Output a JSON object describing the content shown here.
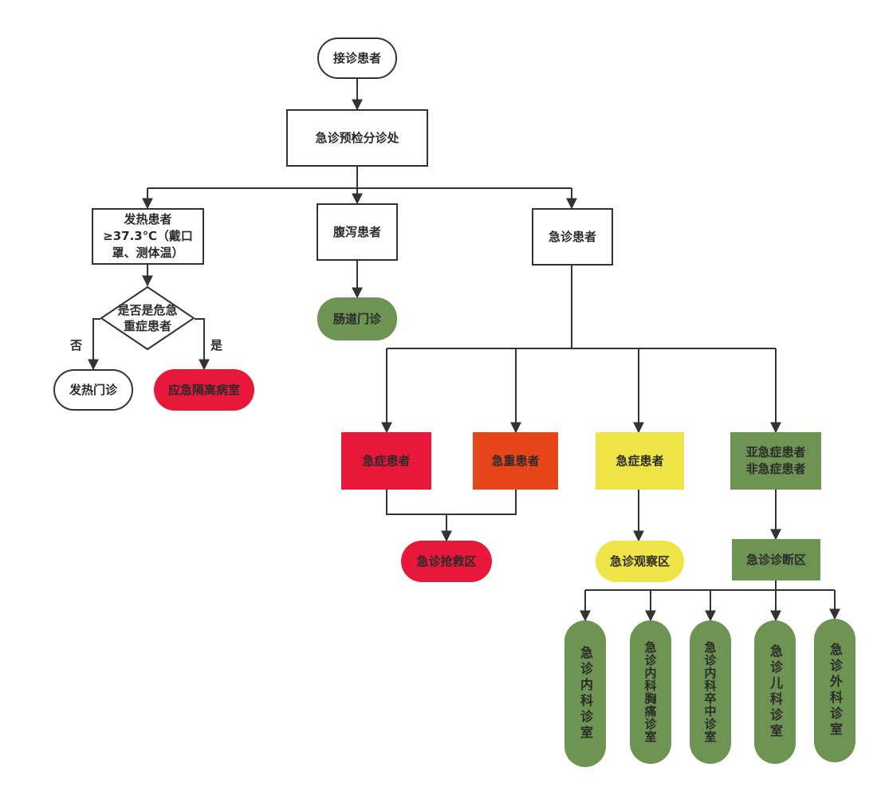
{
  "colors": {
    "red": "#e8183a",
    "orange": "#e6461a",
    "yellow": "#eee347",
    "green": "#6e9453",
    "line": "#333333"
  },
  "nodes": {
    "reception": "接诊患者",
    "triage": "急诊预检分诊处",
    "fever": "发热患者\n≥37.3℃（戴口\n罩、测体温）",
    "diarrhea": "腹泻患者",
    "emergency": "急诊患者",
    "decision": "是否是危急\n重症患者",
    "no_label": "否",
    "yes_label": "是",
    "fever_clinic": "发热门诊",
    "isolation": "应急隔离病室",
    "intestinal_clinic": "肠道门诊",
    "acute_red": "急症患者",
    "critical": "急重患者",
    "acute_yellow": "急症患者",
    "subacute": "亚急症患者\n非急症患者",
    "rescue": "急诊抢救区",
    "observation": "急诊观察区",
    "diagnosis": "急诊诊断区",
    "room_internal": "急诊内科诊室",
    "room_chestpain": "急诊内科胸痛诊室",
    "room_stroke": "急诊内科卒中诊室",
    "room_pediatric": "急诊儿科诊室",
    "room_surgery": "急诊外科诊室"
  }
}
